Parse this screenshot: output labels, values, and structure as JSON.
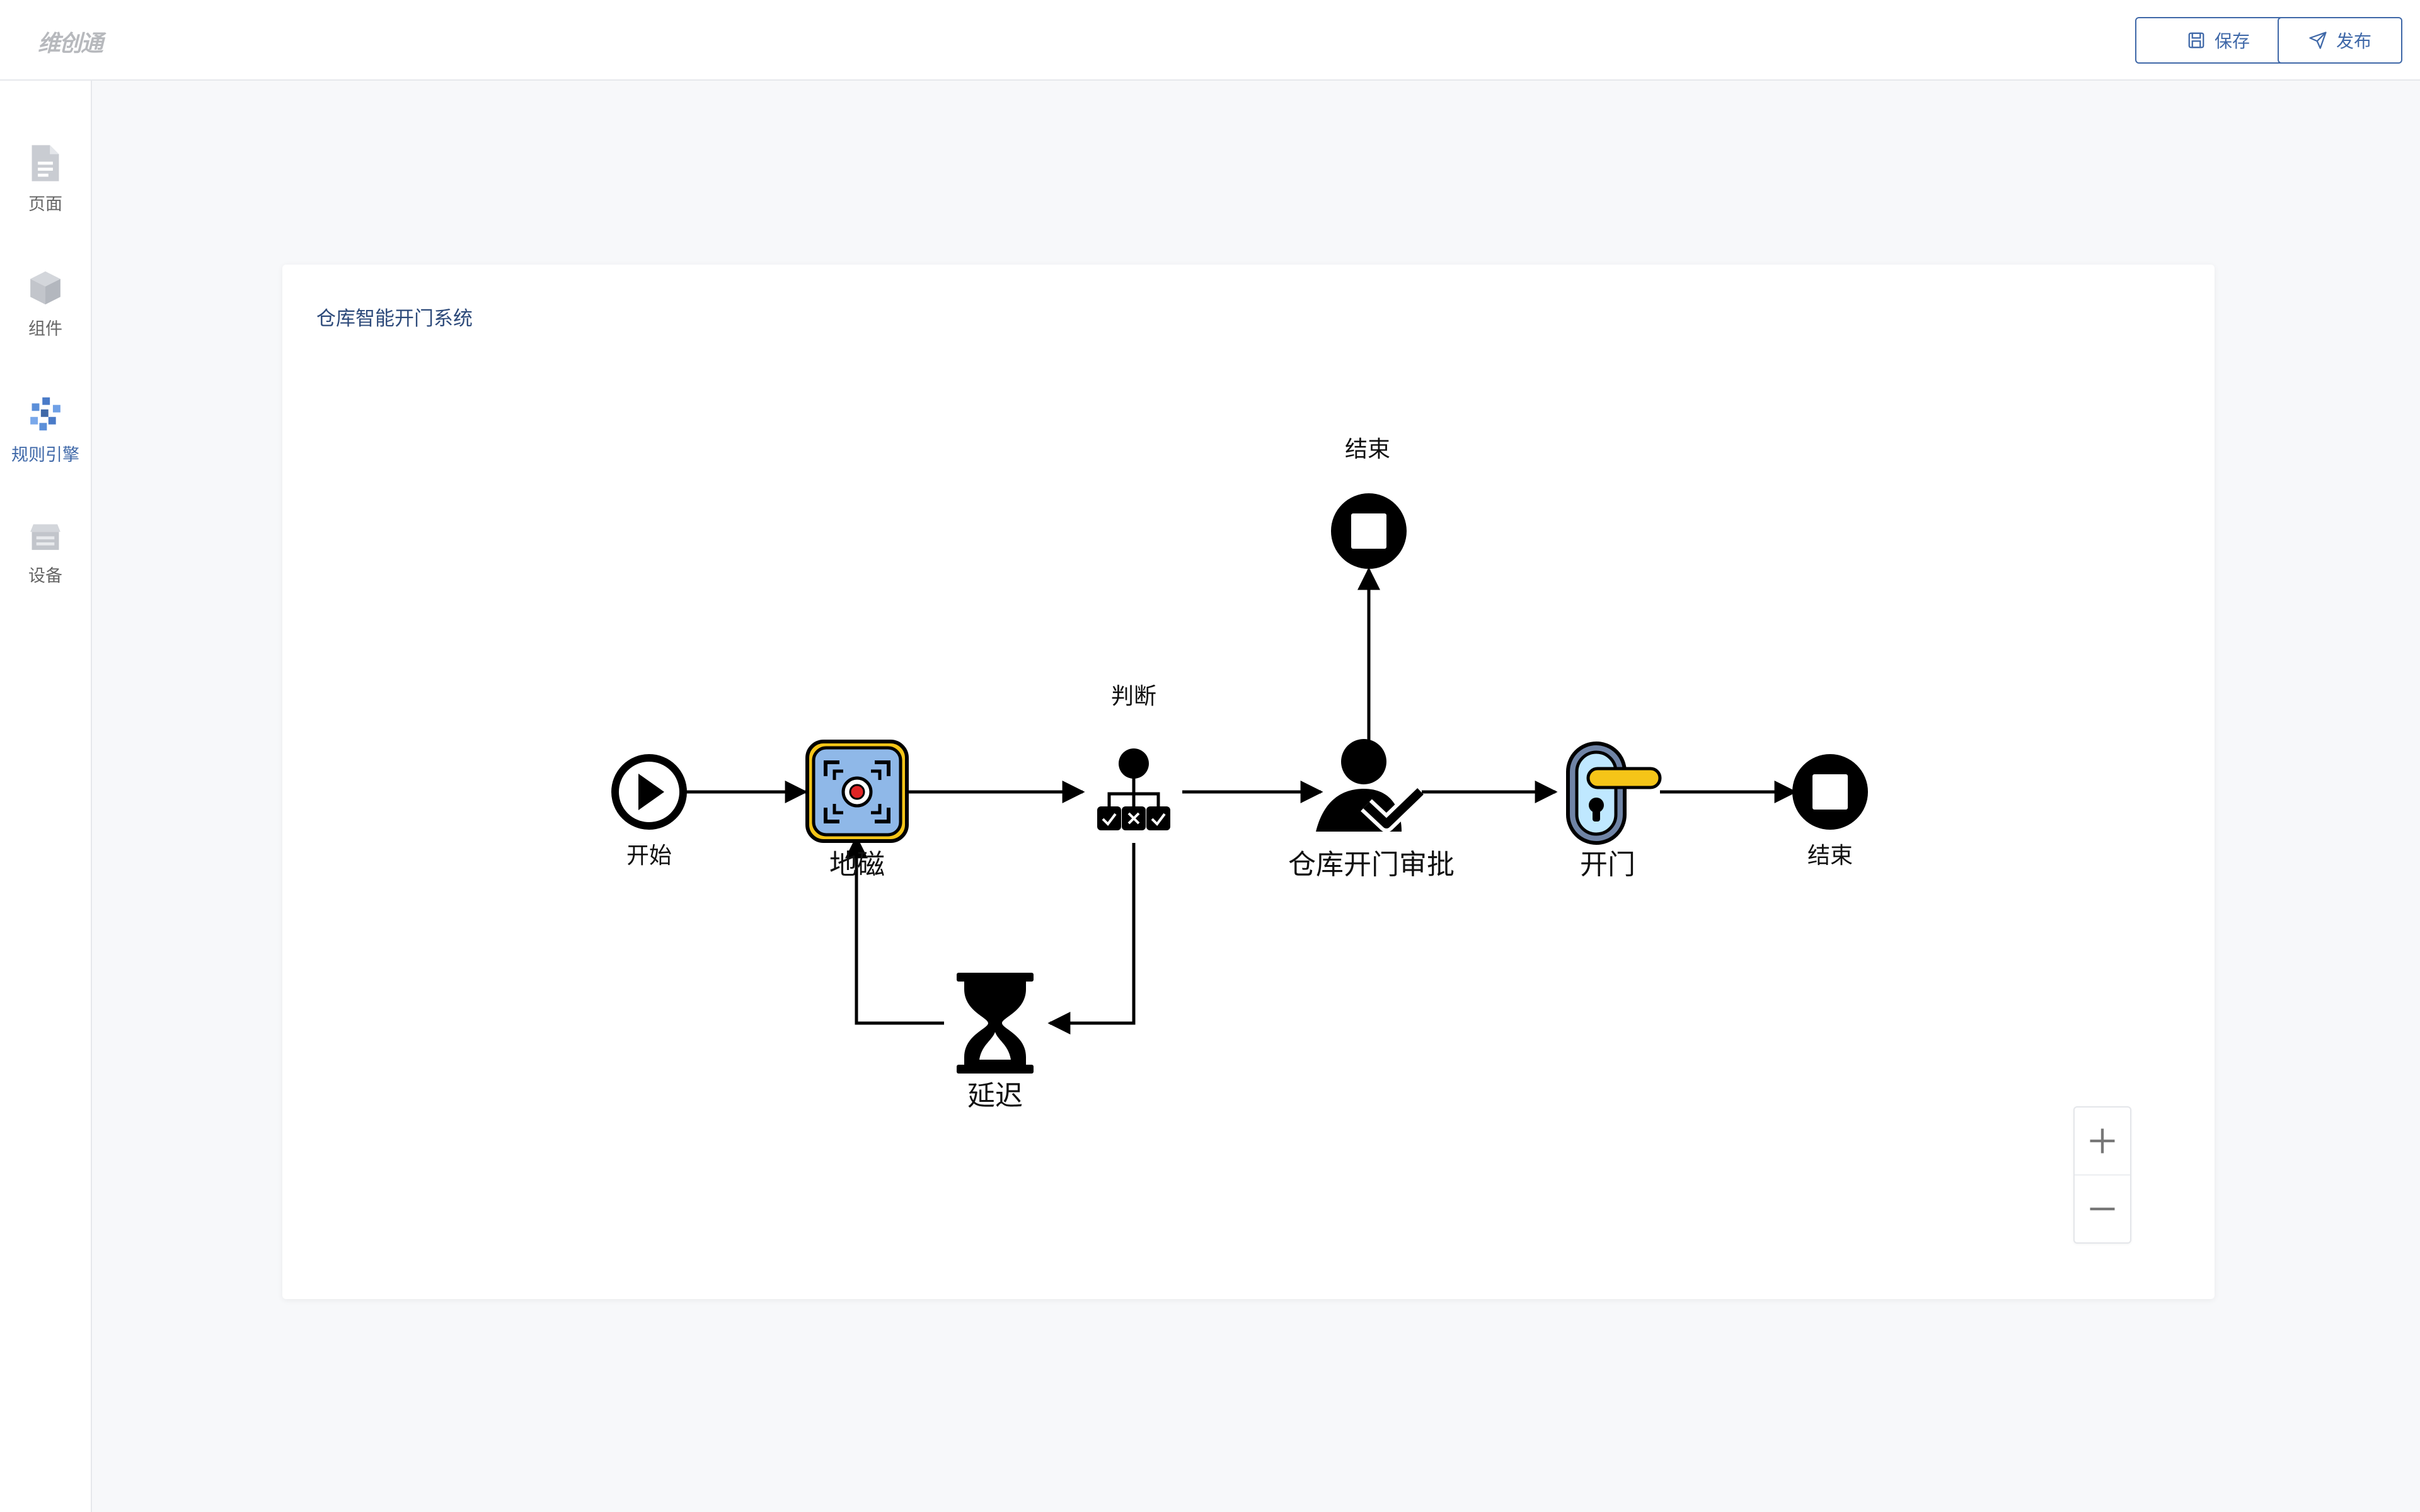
{
  "app": {
    "logo": "维创通"
  },
  "toolbar": {
    "save_label": "保存",
    "publish_label": "发布"
  },
  "sidebar": {
    "items": [
      {
        "label": "页面",
        "icon": "file-icon",
        "active": false
      },
      {
        "label": "组件",
        "icon": "cube-icon",
        "active": false
      },
      {
        "label": "规则引擎",
        "icon": "rule-engine-icon",
        "active": true
      },
      {
        "label": "设备",
        "icon": "device-icon",
        "active": false
      }
    ]
  },
  "canvas": {
    "title": "仓库智能开门系统",
    "nodes": {
      "start": "开始",
      "geomagnetic": "地磁",
      "decision": "判断",
      "approval": "仓库开门审批",
      "open_door": "开门",
      "end_right": "结束",
      "end_top": "结束",
      "delay": "延迟"
    }
  },
  "colors": {
    "accent": "#3f68a8",
    "title": "#2d4a7a",
    "sensor_fill": "#8fb8e8",
    "lock_yellow": "#f5c518",
    "lock_body": "#6f84a6",
    "lock_inner": "#bfe8ff"
  }
}
